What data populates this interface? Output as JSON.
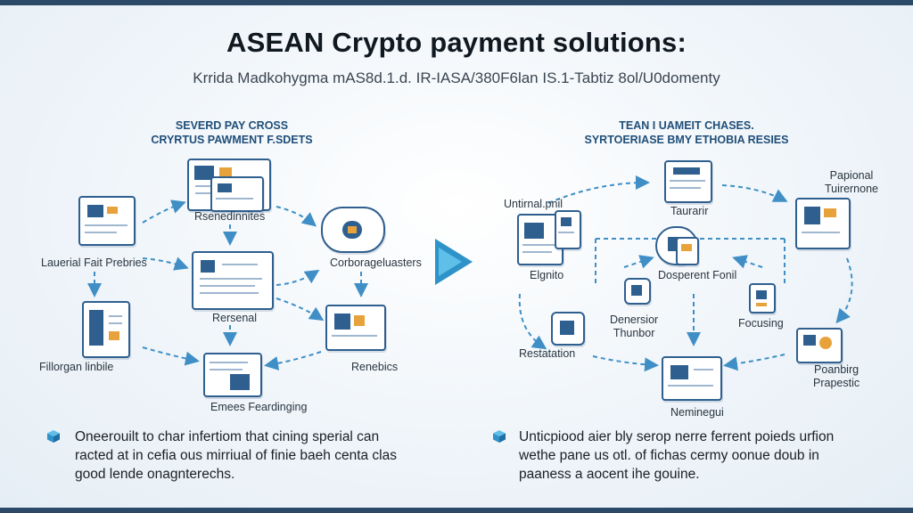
{
  "header": {
    "title": "ASEAN Crypto payment solutions:",
    "subtitle": "Krrida Madkohygma mAS8d.1.d. IR-IASA/380F6lan IS.1-Tabtiz 8ol/U0domenty"
  },
  "left": {
    "heading_line1": "SEVERD PAY CROSS",
    "heading_line2": "CRYRTUS PAWMENT F.SDETS",
    "labels": {
      "top": "Rsenedinnites",
      "left": "Lauerial Fait Prebries",
      "right": "Corborageluasters",
      "center": "Rersenal",
      "bottom_left": "Fillorgan linbile",
      "bottom_right": "Renebics",
      "bottom": "Emees Feardinging"
    }
  },
  "right": {
    "heading_line1": "TEAN I UAMEIT CHASES.",
    "heading_line2": "SYRTOERIASE BMY ETHOBIA RESIES",
    "labels": {
      "top": "Taurarir",
      "left_top": "Untirnal.pnil",
      "left": "Elgnito",
      "top_right_line1": "Papional",
      "top_right_line2": "Tuirernone",
      "center": "Dosperent Fonil",
      "center_left_line1": "Denersior",
      "center_left_line2": "Thunbor",
      "center_right": "Focusing",
      "bottom_left": "Restatation",
      "bottom_right_line1": "Poanbirg",
      "bottom_right_line2": "Prapestic",
      "bottom": "Neminegui"
    }
  },
  "notes": {
    "left_line1": "Oneerouilt to char infertiom that cining sperial can",
    "left_line2": "racted at in cefia ous mirriual of finie baeh centa clas",
    "left_line3": "good lende onagnterechs.",
    "right_line1": "Unticpiood aier bly serop nerre ferrent poieds urfion",
    "right_line2": "wethe pane us otl. of fichas cermy oonue doub in",
    "right_line3": "paaness a aocent ihe gouine."
  },
  "colors": {
    "accent": "#2f92c8",
    "navy": "#2f5f8f",
    "arrow": "#3f8fc6",
    "highlight": "#e8a23b"
  },
  "icons": [
    "document-icon",
    "laptop-icon",
    "server-icon",
    "gear-icon",
    "cube-icon",
    "chevron-right-icon"
  ]
}
